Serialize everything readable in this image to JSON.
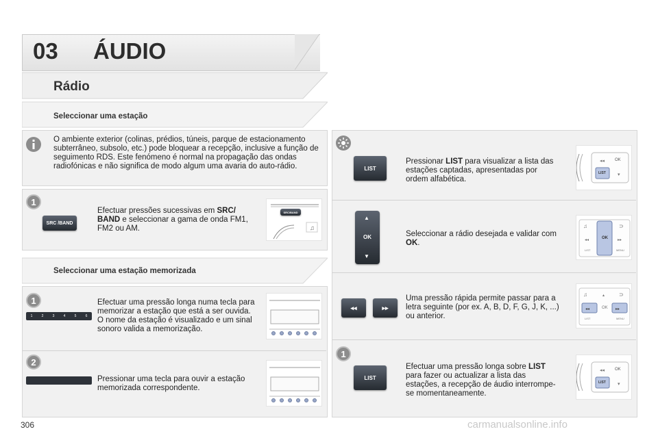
{
  "chapter": {
    "number": "03",
    "title": "ÁUDIO"
  },
  "section": {
    "title": "Rádio"
  },
  "left": {
    "select_station": {
      "title": "Seleccionar uma estação",
      "info_text": "O ambiente exterior (colinas, prédios, túneis, parque de estacionamento subterrâneo, subsolo, etc.) pode bloquear a recepção, inclusive a função de seguimento RDS. Este fenómeno é normal na propagação das ondas radiofónicas e não significa de modo algum uma avaria do auto-rádio.",
      "step1": {
        "number": "1",
        "button_label": "SRC /BAND",
        "text_pre": "Efectuar pressões sucessivas em ",
        "text_bold": "SRC/ BAND",
        "text_post": " e seleccionar a gama de onda FM1, FM2 ou AM.",
        "illus_button": "SRC/BAND"
      }
    },
    "select_memorized": {
      "title": "Seleccionar uma estação memorizada",
      "step1": {
        "number": "1",
        "text": "Efectuar uma pressão longa numa tecla para memorizar a estação que está a ser ouvida. O nome da estação é visualizado e um sinal sonoro valida a memorização."
      },
      "step2": {
        "number": "2",
        "text": "Pressionar uma tecla para ouvir a estação memorizada correspondente."
      },
      "preset_keys": [
        "1",
        "2",
        "3",
        "4",
        "5",
        "6"
      ]
    }
  },
  "right": {
    "row1": {
      "button_label": "LIST",
      "text_pre": "Pressionar ",
      "text_bold": "LIST",
      "text_post": " para visualizar a lista das estações captadas, apresentadas por ordem alfabética."
    },
    "row2": {
      "button_label": "OK",
      "text_pre": "Seleccionar a rádio desejada e validar com ",
      "text_bold": "OK",
      "text_post": "."
    },
    "row3": {
      "text": "Uma pressão rápida permite passar para a letra seguinte (por ex. A, B, D, F, G, J, K, ...) ou anterior."
    },
    "row4": {
      "number": "1",
      "button_label": "LIST",
      "text_pre": "Efectuar uma pressão longa sobre ",
      "text_bold": "LIST",
      "text_post": " para fazer ou actualizar a lista das estações, a recepção de áudio interrompe-se momentaneamente."
    },
    "illus_labels": {
      "ok": "OK",
      "list": "LIST",
      "menu": "MENU"
    }
  },
  "footer": {
    "page_number": "306",
    "watermark": "carmanualsonline.info"
  }
}
